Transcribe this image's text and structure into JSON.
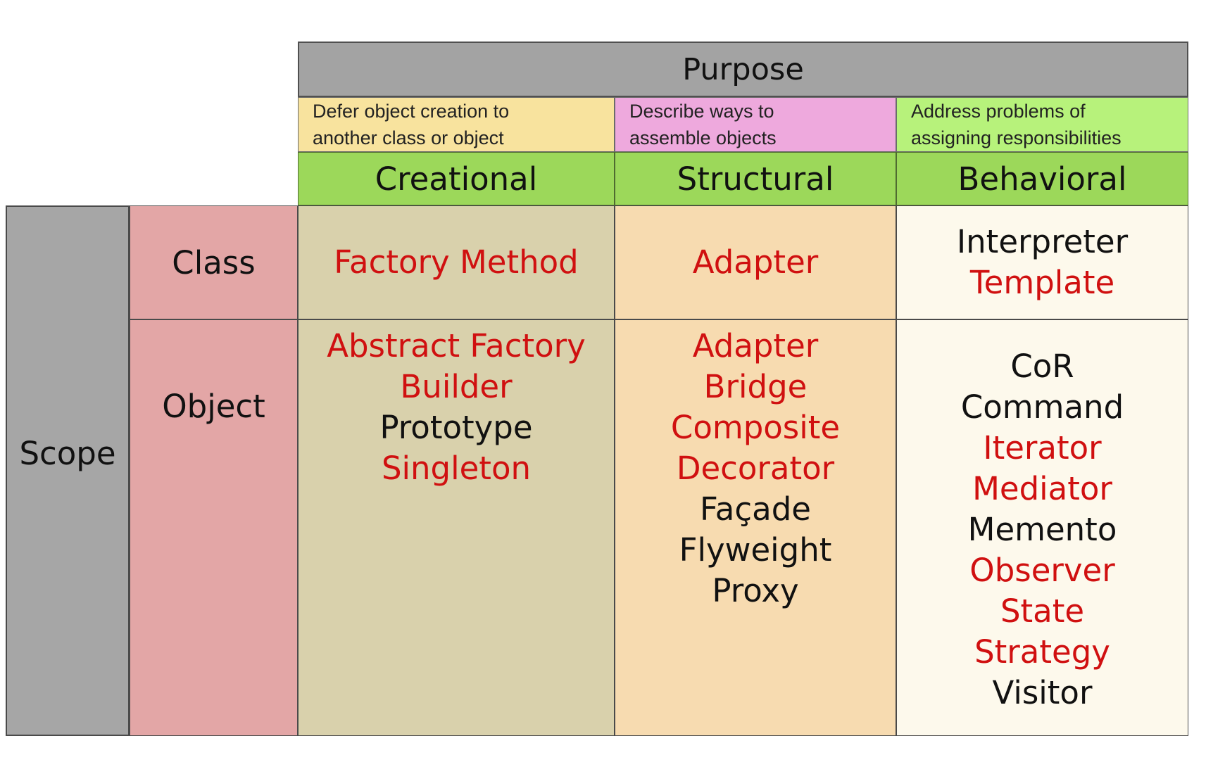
{
  "header": {
    "purpose": "Purpose"
  },
  "descriptions": {
    "creational": [
      "Defer object creation to",
      "another class or object"
    ],
    "structural": [
      "Describe ways to",
      "assemble objects"
    ],
    "behavioral": [
      "Address problems of",
      "assigning responsibilities"
    ]
  },
  "categories": {
    "creational": "Creational",
    "structural": "Structural",
    "behavioral": "Behavioral"
  },
  "scope": {
    "label": "Scope",
    "class_label": "Class",
    "object_label": "Object"
  },
  "cells": {
    "class": {
      "creational": [
        {
          "name": "Factory Method",
          "highlight": true
        }
      ],
      "structural": [
        {
          "name": "Adapter",
          "highlight": true
        }
      ],
      "behavioral": [
        {
          "name": "Interpreter",
          "highlight": false
        },
        {
          "name": "Template",
          "highlight": true
        }
      ]
    },
    "object": {
      "creational": [
        {
          "name": "Abstract Factory",
          "highlight": true
        },
        {
          "name": "Builder",
          "highlight": true
        },
        {
          "name": "Prototype",
          "highlight": false
        },
        {
          "name": "Singleton",
          "highlight": true
        }
      ],
      "structural": [
        {
          "name": "Adapter",
          "highlight": true
        },
        {
          "name": "Bridge",
          "highlight": true
        },
        {
          "name": "Composite",
          "highlight": true
        },
        {
          "name": "Decorator",
          "highlight": true
        },
        {
          "name": "Façade",
          "highlight": false
        },
        {
          "name": "Flyweight",
          "highlight": false
        },
        {
          "name": "Proxy",
          "highlight": false
        }
      ],
      "behavioral": [
        {
          "name": "CoR",
          "highlight": false
        },
        {
          "name": "Command",
          "highlight": false
        },
        {
          "name": "Iterator",
          "highlight": true
        },
        {
          "name": "Mediator",
          "highlight": true
        },
        {
          "name": "Memento",
          "highlight": false
        },
        {
          "name": "Observer",
          "highlight": true
        },
        {
          "name": "State",
          "highlight": true
        },
        {
          "name": "Strategy",
          "highlight": true
        },
        {
          "name": "Visitor",
          "highlight": false
        }
      ]
    }
  },
  "colors": {
    "highlight_text": "#d01010",
    "normal_text": "#111111",
    "header_gray": "#a3a3a3",
    "category_green": "#9cd85a",
    "creational_bg": "#d9d1ac",
    "structural_bg": "#f7dbb0",
    "behavioral_bg": "#fdf9ec"
  }
}
